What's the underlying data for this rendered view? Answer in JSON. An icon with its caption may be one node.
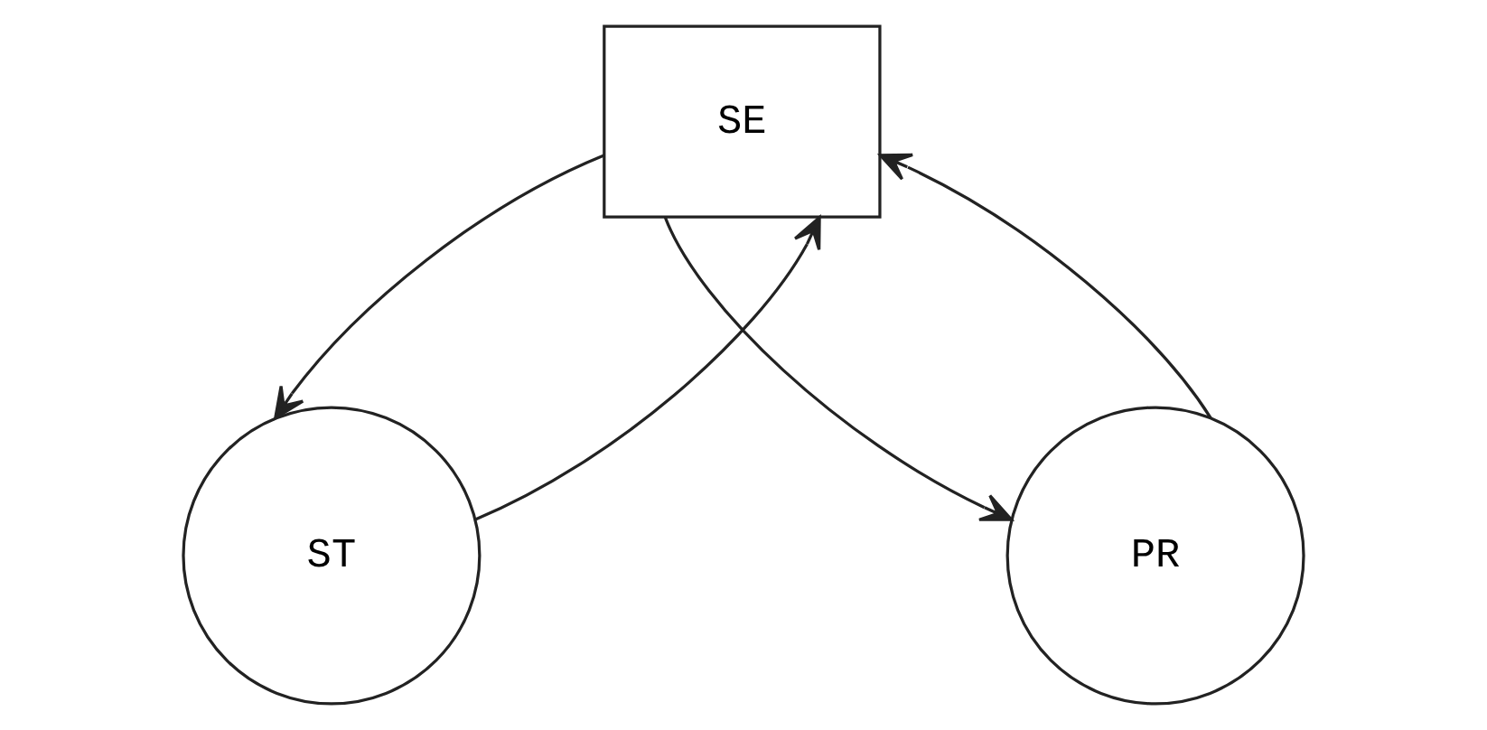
{
  "diagram": {
    "nodes": [
      {
        "text": [
          "SE"
        ]
      },
      {
        "text": [
          "ST"
        ]
      },
      {
        "text": [
          "PR"
        ]
      }
    ],
    "edges": [
      {
        "from": 0,
        "to": 1,
        "arrow": "to"
      },
      {
        "from": 1,
        "to": 0,
        "arrow": "to"
      },
      {
        "from": 0,
        "to": 2,
        "arrow": "to"
      },
      {
        "from": 2,
        "to": 0,
        "arrow": "to"
      }
    ]
  }
}
